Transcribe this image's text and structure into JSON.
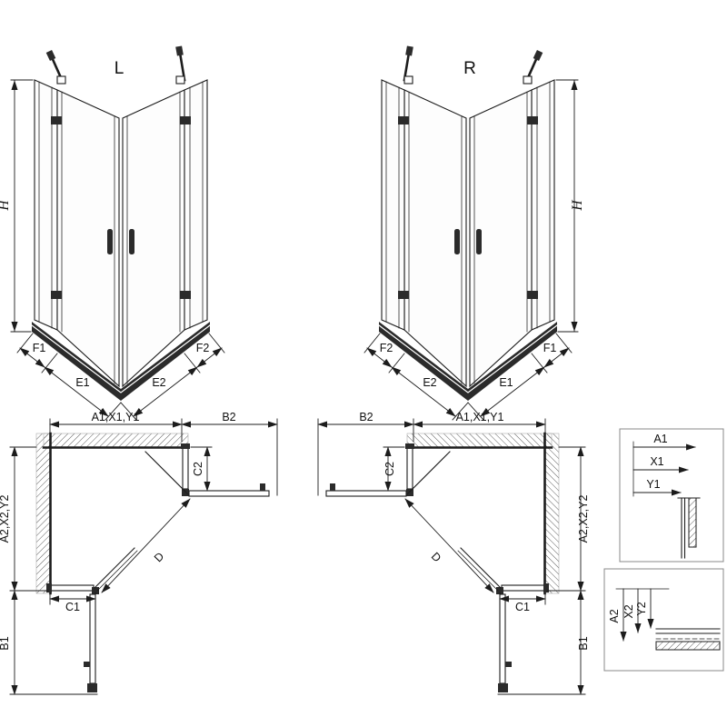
{
  "views_3d": {
    "left": {
      "label": "L",
      "height": "H",
      "dim_outer_left": "F1",
      "dim_inner_left": "E1",
      "dim_inner_right": "E2",
      "dim_outer_right": "F2"
    },
    "right": {
      "label": "R",
      "height": "H",
      "dim_outer_left": "F2",
      "dim_inner_left": "E2",
      "dim_inner_right": "E1",
      "dim_outer_right": "F1"
    }
  },
  "plans": {
    "left": {
      "dim_top_inner": "A1,X1,Y1",
      "dim_top_outer": "B2",
      "dim_fixed_side": "C2",
      "dim_depth": "A2,X2,Y2",
      "dim_fixed_bottom": "C1",
      "dim_entry_diagonal": "D",
      "dim_door_bottom": "B1"
    },
    "right": {
      "dim_top_inner": "A1,X1,Y1",
      "dim_top_outer": "B2",
      "dim_fixed_side": "C2",
      "dim_depth": "A2,X2,Y2",
      "dim_fixed_bottom": "C1",
      "dim_entry_diagonal": "D",
      "dim_door_bottom": "B1"
    }
  },
  "details": {
    "top": {
      "a1": "A1",
      "x1": "X1",
      "y1": "Y1"
    },
    "bottom": {
      "a2": "A2",
      "x2": "X2",
      "y2": "Y2"
    }
  },
  "colors": {
    "line": "#1c1c1c",
    "fill_dark": "#2b2b2b",
    "hatch": "#4a4a4a",
    "detail_border": "#888888"
  }
}
